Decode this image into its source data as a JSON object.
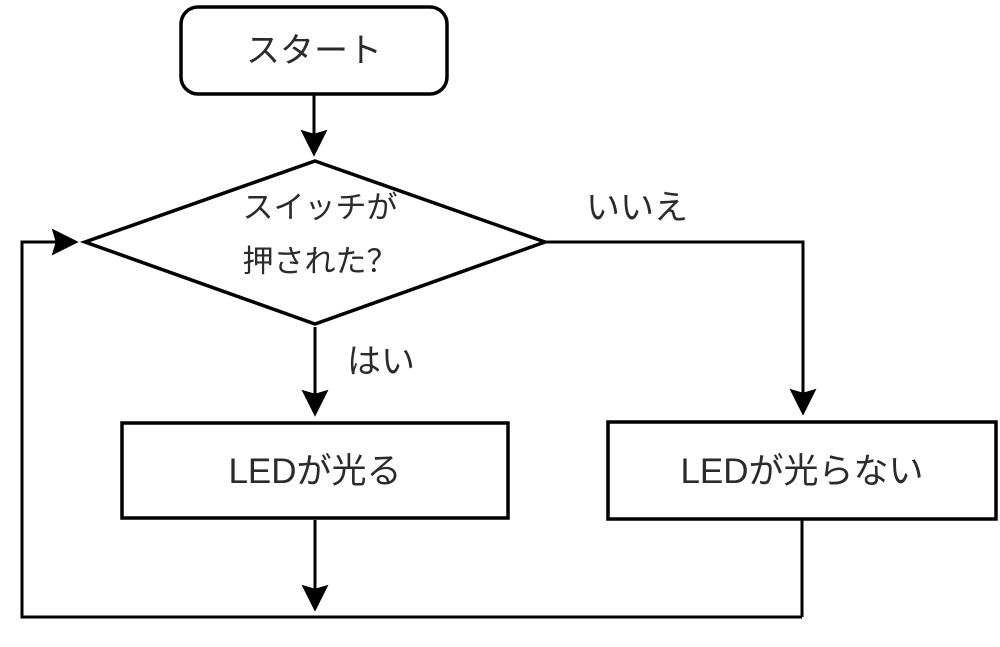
{
  "flowchart": {
    "start": {
      "label": "スタート"
    },
    "decision": {
      "line1": "スイッチが",
      "line2": "押された？"
    },
    "yes_branch": {
      "label": "はい"
    },
    "no_branch": {
      "label": "いいえ"
    },
    "led_on": {
      "label": "LEDが光る"
    },
    "led_off": {
      "label": "LEDが光らない"
    },
    "colors": {
      "stroke": "#000000",
      "text": "#2b2b2b",
      "background": "#ffffff"
    }
  }
}
